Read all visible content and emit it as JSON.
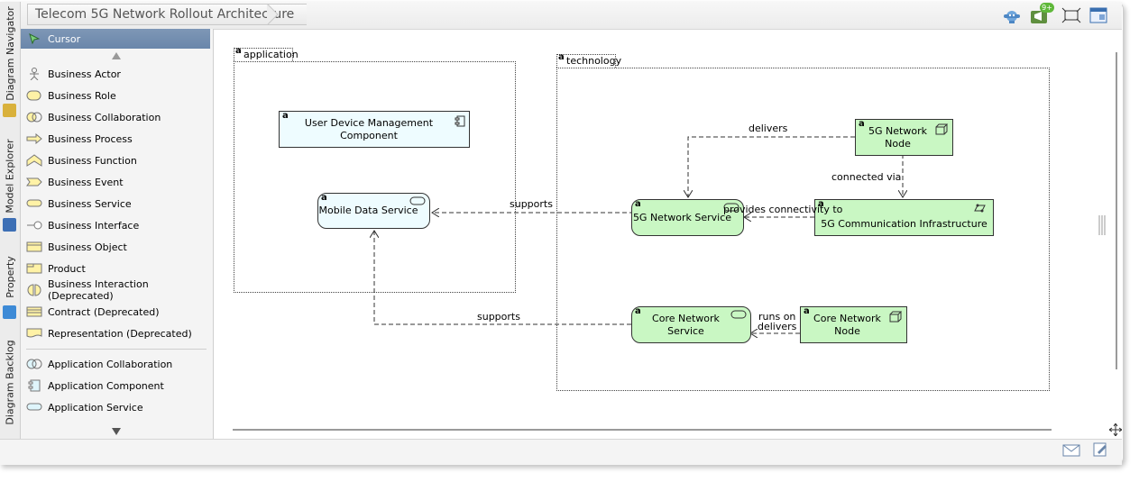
{
  "diagram": {
    "title": "Telecom 5G Network Rollout Architecture"
  },
  "side_tabs": [
    "Diagram Navigator",
    "Model Explorer",
    "Property",
    "Diagram Backlog"
  ],
  "palette": {
    "cursor": "Cursor",
    "items": [
      "Business Actor",
      "Business Role",
      "Business Collaboration",
      "Business Process",
      "Business Function",
      "Business Event",
      "Business Service",
      "Business Interface",
      "Business Object",
      "Product",
      "Business Interaction (Deprecated)",
      "Contract (Deprecated)",
      "Representation (Deprecated)"
    ],
    "app_items": [
      "Application Collaboration",
      "Application Component",
      "Application Service"
    ]
  },
  "toolbar": {
    "badge": "9+"
  },
  "groups": {
    "application": "application",
    "technology": "technology"
  },
  "nodes": {
    "marker": "a",
    "udm_component": "User Device Management Component",
    "mobile_data_service": "Mobile Data Service",
    "network_service": "5G Network Service",
    "network_node_line1": "5G Network",
    "network_node_line2": "Node",
    "comm_infrastructure": "5G Communication Infrastructure",
    "core_service": "Core Network Service",
    "core_node_line1": "Core Network",
    "core_node_line2": "Node"
  },
  "relations": {
    "delivers": "delivers",
    "connected_via": "connected via",
    "supports_top": "supports",
    "provides_connectivity_to": "provides connectivity to",
    "supports_bottom": "supports",
    "runs_on": "runs on",
    "delivers_bottom": "delivers"
  },
  "colors": {
    "tech_fill": "#c9f7c3",
    "app_fill": "#eefcff",
    "cursor_bg": "#6a86aa"
  }
}
